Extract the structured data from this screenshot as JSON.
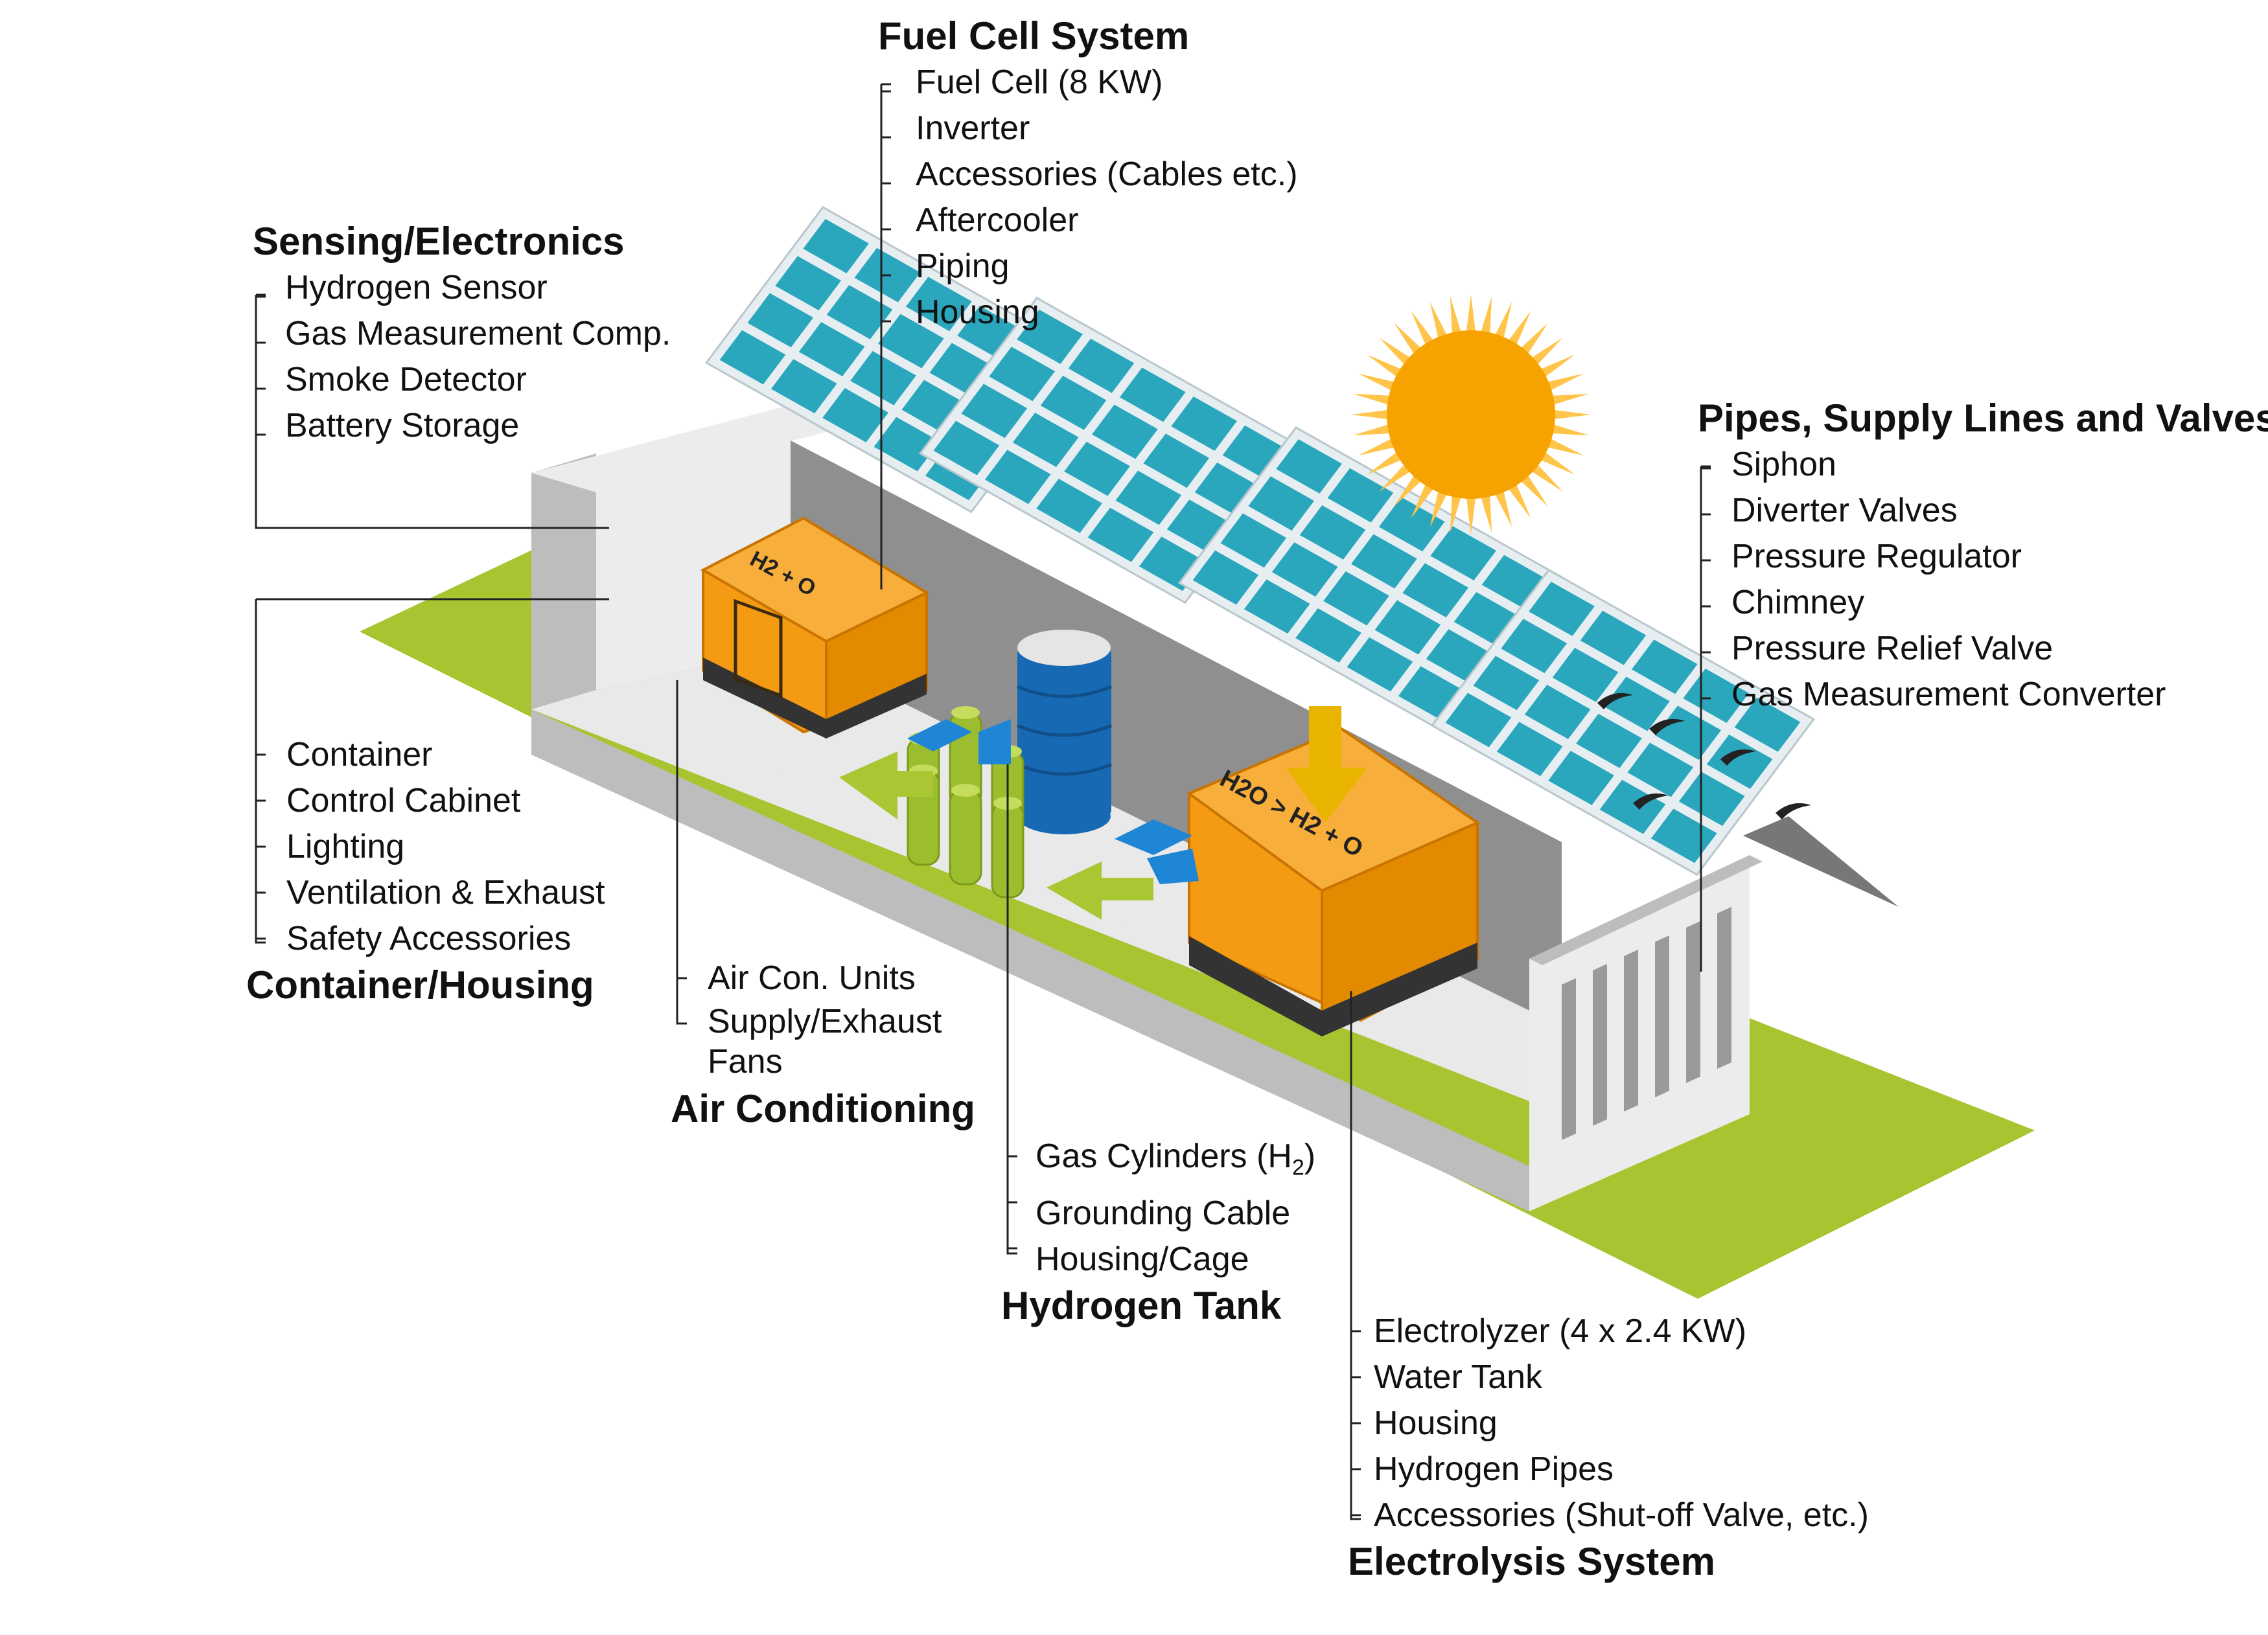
{
  "colors": {
    "grass": "#a8c430",
    "wall_light": "#ececec",
    "wall_mid": "#bdbdbd",
    "wall_dark": "#8f8f8f",
    "panel_cell": "#2aa7bd",
    "panel_frame": "#e6eef2",
    "unit_orange": "#f49a13",
    "unit_dark": "#333333",
    "tank_blue": "#1769b3",
    "cylinder_green": "#9bbd2e",
    "arrow_blue": "#1f86d6",
    "arrow_green": "#a9c633",
    "arrow_yellow": "#e8b400",
    "sun": "#f6a200"
  },
  "unit_labels": {
    "fuel_cell": "H2 + O",
    "electrolyzer": "H2O > H2 + O"
  },
  "groups": {
    "fuel_cell": {
      "title": "Fuel Cell System",
      "items": [
        "Fuel Cell (8 KW)",
        "Inverter",
        "Accessories (Cables etc.)",
        "Aftercooler",
        "Piping",
        "Housing"
      ]
    },
    "sensing": {
      "title": "Sensing/Electronics",
      "items": [
        "Hydrogen Sensor",
        "Gas Measurement Comp.",
        "Smoke Detector",
        "Battery Storage"
      ]
    },
    "pipes": {
      "title": "Pipes, Supply Lines and Valves",
      "items": [
        "Siphon",
        "Diverter Valves",
        "Pressure Regulator",
        "Chimney",
        "Pressure Relief Valve",
        "Gas Measurement Converter"
      ]
    },
    "container": {
      "title": "Container/Housing",
      "items": [
        "Container",
        "Control Cabinet",
        "Lighting",
        "Ventilation & Exhaust",
        "Safety Accessories"
      ]
    },
    "air": {
      "title": "Air Conditioning",
      "items": [
        "Air Con. Units",
        "Supply/Exhaust Fans"
      ]
    },
    "tank": {
      "title": "Hydrogen Tank",
      "items": [
        "Gas Cylinders (H",
        "Grounding Cable",
        "Housing/Cage"
      ],
      "sub_h2": "2",
      "close_paren": ")"
    },
    "electrolysis": {
      "title": "Electrolysis System",
      "items": [
        "Electrolyzer (4 x 2.4 KW)",
        "Water Tank",
        "Housing",
        "Hydrogen Pipes",
        "Accessories (Shut-off Valve, etc.)"
      ]
    }
  }
}
